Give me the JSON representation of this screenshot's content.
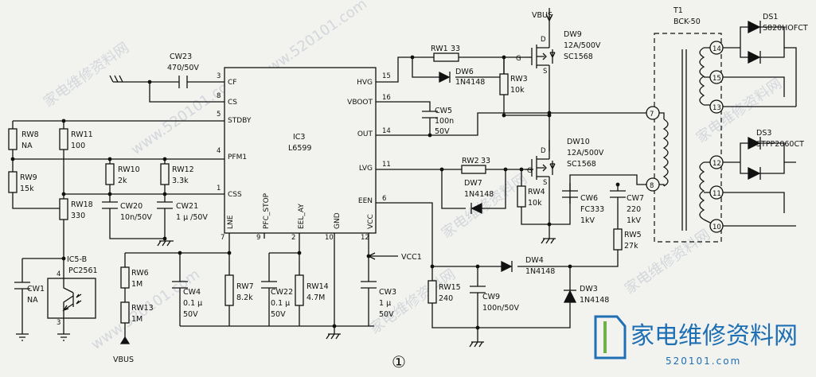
{
  "ic3": {
    "ref": "IC3",
    "part": "L6599",
    "pins": {
      "cf": "CF",
      "cs": "CS",
      "stdby": "STDBY",
      "pfm1": "PFM1",
      "css": "CSS",
      "lne": "LNE",
      "pfc_stop": "PFC_STOP",
      "eel_ay": "EEL_AY",
      "gnd": "GND",
      "vcc": "VCC",
      "hvg": "HVG",
      "vboot": "VBOOT",
      "out": "OUT",
      "lvg": "LVG",
      "een": "EEN"
    },
    "pin_numbers": {
      "cf": "3",
      "cs": "8",
      "stdby": "5",
      "pfm1": "4",
      "css": "1",
      "lne": "7",
      "pfc_stop": "9",
      "eel_ay": "2",
      "gnd": "10",
      "vcc": "12",
      "hvg": "15",
      "vboot": "16",
      "out": "14",
      "lvg": "11",
      "een": "6"
    }
  },
  "components": {
    "cw23": {
      "ref": "CW23",
      "value": "470/50V"
    },
    "rw8": {
      "ref": "RW8",
      "value": "NA"
    },
    "rw11": {
      "ref": "RW11",
      "value": "100"
    },
    "rw9": {
      "ref": "RW9",
      "value": "15k"
    },
    "rw10": {
      "ref": "RW10",
      "value": "2k"
    },
    "rw12": {
      "ref": "RW12",
      "value": "3.3k"
    },
    "rw18": {
      "ref": "RW18",
      "value": "330"
    },
    "cw20": {
      "ref": "CW20",
      "value": "10n/50V"
    },
    "cw21": {
      "ref": "CW21",
      "value": "1 μ /50V"
    },
    "ic5": {
      "ref": "IC5-B",
      "value": "PC2561",
      "pin_a": "4",
      "pin_b": "3"
    },
    "cw1": {
      "ref": "CW1",
      "value": "NA"
    },
    "rw6": {
      "ref": "RW6",
      "value": "1M"
    },
    "rw13": {
      "ref": "RW13",
      "value": "1M"
    },
    "cw4": {
      "ref": "CW4",
      "value_a": "0.1 μ",
      "value_b": "50V"
    },
    "rw7": {
      "ref": "RW7",
      "value": "8.2k"
    },
    "cw22": {
      "ref": "CW22",
      "value_a": "0.1 μ",
      "value_b": "50V"
    },
    "rw14": {
      "ref": "RW14",
      "value": "4.7M"
    },
    "cw3": {
      "ref": "CW3",
      "value_a": "1 μ",
      "value_b": "50V"
    },
    "rw1": {
      "ref": "RW1",
      "value": "33"
    },
    "dw6": {
      "ref": "DW6",
      "value": "1N4148"
    },
    "rw3": {
      "ref": "RW3",
      "value": "10k"
    },
    "cw5": {
      "ref": "CW5",
      "value_a": "100n",
      "value_b": "50V"
    },
    "dw9": {
      "ref": "DW9",
      "value_a": "12A/500V",
      "value_b": "SC1568"
    },
    "rw2": {
      "ref": "RW2",
      "value": "33"
    },
    "dw7": {
      "ref": "DW7",
      "value": "1N4148"
    },
    "rw4": {
      "ref": "RW4",
      "value": "10k"
    },
    "dw10": {
      "ref": "DW10",
      "value_a": "12A/500V",
      "value_b": "SC1568"
    },
    "cw6": {
      "ref": "CW6",
      "value_a": "FC333",
      "value_b": "1kV"
    },
    "cw7": {
      "ref": "CW7",
      "value_a": "220",
      "value_b": "1kV"
    },
    "rw5": {
      "ref": "RW5",
      "value": "27k"
    },
    "dw4": {
      "ref": "DW4",
      "value": "1N4148"
    },
    "dw3": {
      "ref": "DW3",
      "value": "1N4148"
    },
    "rw15": {
      "ref": "RW15",
      "value": "240"
    },
    "cw9": {
      "ref": "CW9",
      "value": "100n/50V"
    },
    "t1": {
      "ref": "T1",
      "value": "BCK-50",
      "pins": [
        "14",
        "15",
        "13",
        "7",
        "8",
        "12",
        "11",
        "10"
      ]
    },
    "ds1": {
      "ref": "DS1",
      "value": "S820HOFCT"
    },
    "ds3": {
      "ref": "DS3",
      "value": "STPP2060CT"
    }
  },
  "nets": {
    "vbus_top": "VBUS",
    "vbus_bottom": "VBUS",
    "vcc1": "VCC1"
  },
  "mosfet_pins": {
    "g": "G",
    "d": "D",
    "s": "S"
  },
  "figure_number": "①",
  "watermark": {
    "cn": "家电维修资料网",
    "url": "www.520101.com",
    "logo_cn": "家电维修资料网",
    "logo_url": "520101.com"
  }
}
